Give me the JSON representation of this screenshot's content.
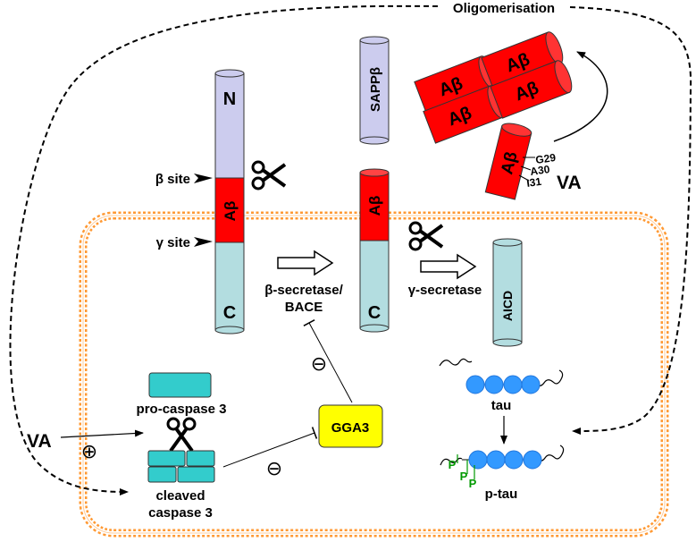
{
  "top_label": "Oligomerisation",
  "app": {
    "n_terminal": "N",
    "c_terminal": "C",
    "abeta": "Aβ",
    "beta_site": "β site",
    "gamma_site": "γ site"
  },
  "sappb": "SAPPβ",
  "ctf": {
    "abeta": "Aβ",
    "c_terminal": "C"
  },
  "aicd": "AICD",
  "enzymes": {
    "beta_secretase_line1": "β-secretase/",
    "beta_secretase_line2": "BACE",
    "gamma_secretase": "γ-secretase"
  },
  "oligomer": {
    "units": [
      "Aβ",
      "Aβ",
      "Aβ",
      "Aβ"
    ]
  },
  "monomer": {
    "abeta": "Aβ",
    "residues": [
      "G29",
      "A30",
      "I31"
    ],
    "drug": "VA"
  },
  "caspase": {
    "pro_label": "pro-caspase 3",
    "cleaved_line1": "cleaved",
    "cleaved_line2": "caspase 3",
    "drug": "VA",
    "activation_symbol": "⊕"
  },
  "gga3": {
    "label": "GGA3",
    "inhibit_symbol": "⊖",
    "fill_color": "#ffff00"
  },
  "tau": {
    "tau_label": "tau",
    "ptau_label": "p-tau",
    "phospho_label": "P",
    "bead_color": "#3399ff"
  },
  "colors": {
    "abeta": "#ff0000",
    "n_domain": "#ccccee",
    "c_domain": "#b3dde0",
    "caspase": "#33cccc",
    "membrane": "#ff9933",
    "phospho": "#009900"
  }
}
